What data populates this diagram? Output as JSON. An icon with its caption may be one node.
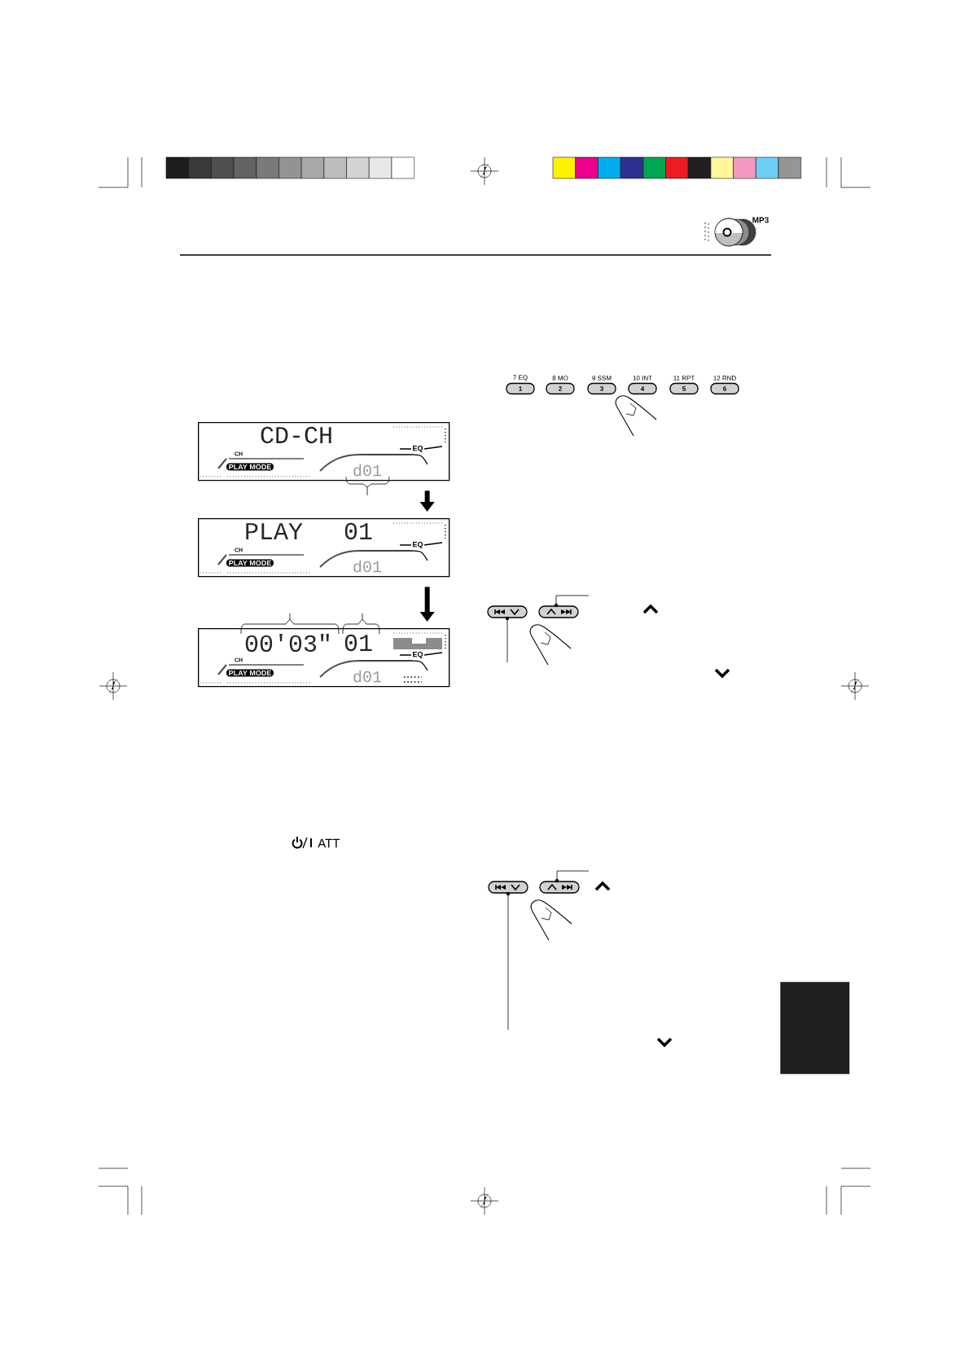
{
  "diagram": {
    "nodes": [
      {
        "text": [
          "CD-CH",
          "CH",
          "PLAY MODE",
          "EQ",
          "d01"
        ]
      },
      {
        "text": [
          "PLAY",
          "01",
          "CH",
          "PLAY MODE",
          "EQ",
          "d01"
        ]
      },
      {
        "text": [
          "00'03\"",
          "01",
          "CH",
          "PLAY MODE",
          "EQ",
          "d01"
        ]
      },
      {
        "text": [
          "1"
        ],
        "beside": [
          "7 EQ"
        ]
      },
      {
        "text": [
          "2"
        ],
        "beside": [
          "8 MO"
        ]
      },
      {
        "text": [
          "3"
        ],
        "beside": [
          "9 SSM"
        ]
      },
      {
        "text": [
          "4"
        ],
        "beside": [
          "10 INT"
        ]
      },
      {
        "text": [
          "5"
        ],
        "beside": [
          "11 RPT"
        ]
      },
      {
        "text": [
          "6"
        ],
        "beside": [
          "12 RND"
        ]
      },
      {
        "text": [],
        "shape": "box"
      }
    ],
    "edges": [
      {
        "from": 0,
        "to": 1,
        "arrow": "to"
      },
      {
        "from": 1,
        "to": 2,
        "arrow": "to"
      }
    ],
    "labels": [
      "MP3",
      "ATT"
    ]
  }
}
